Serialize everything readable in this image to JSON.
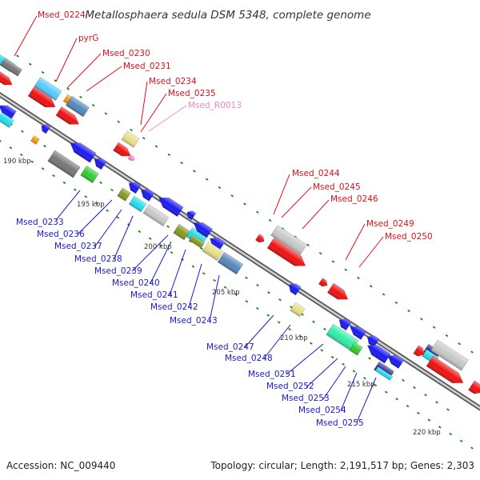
{
  "title": "Metallosphaera sedula DSM 5348, complete genome",
  "footer": {
    "accession": "Accession: NC_009440",
    "summary": "Topology: circular; Length: 2,191,517 bp; Genes: 2,303"
  },
  "scale_labels": [
    "190 kbp",
    "195 kbp",
    "200 kbp",
    "205 kbp",
    "210 kbp",
    "215 kbp",
    "220 kbp"
  ],
  "genes_forward": [
    "Msed_0224",
    "pyrG",
    "Msed_0230",
    "Msed_0231",
    "Msed_0234",
    "Msed_0235",
    "Msed_R0013",
    "Msed_0244",
    "Msed_0245",
    "Msed_0246",
    "Msed_0249",
    "Msed_0250"
  ],
  "genes_reverse": [
    "Msed_0233",
    "Msed_0236",
    "Msed_0237",
    "Msed_0238",
    "Msed_0239",
    "Msed_0240",
    "Msed_0241",
    "Msed_0242",
    "Msed_0243",
    "Msed_0247",
    "Msed_0248",
    "Msed_0251",
    "Msed_0252",
    "Msed_0253",
    "Msed_0254",
    "Msed_0255"
  ],
  "colors": {
    "red": "#ee1111",
    "blue": "#1a1af0",
    "cyan": "#22ddee",
    "skyblue": "#55ccff",
    "gray": "#c8c8c8",
    "darkgray": "#777777",
    "khaki": "#e8e08a",
    "olive": "#889922",
    "steelblue": "#5588bb",
    "green": "#33cc33",
    "orange": "#ff9900",
    "pink": "#ff88cc",
    "teal": "#33eeaa",
    "navy": "#333399",
    "label_red": "#e0101a",
    "label_blue": "#1a1acc"
  }
}
